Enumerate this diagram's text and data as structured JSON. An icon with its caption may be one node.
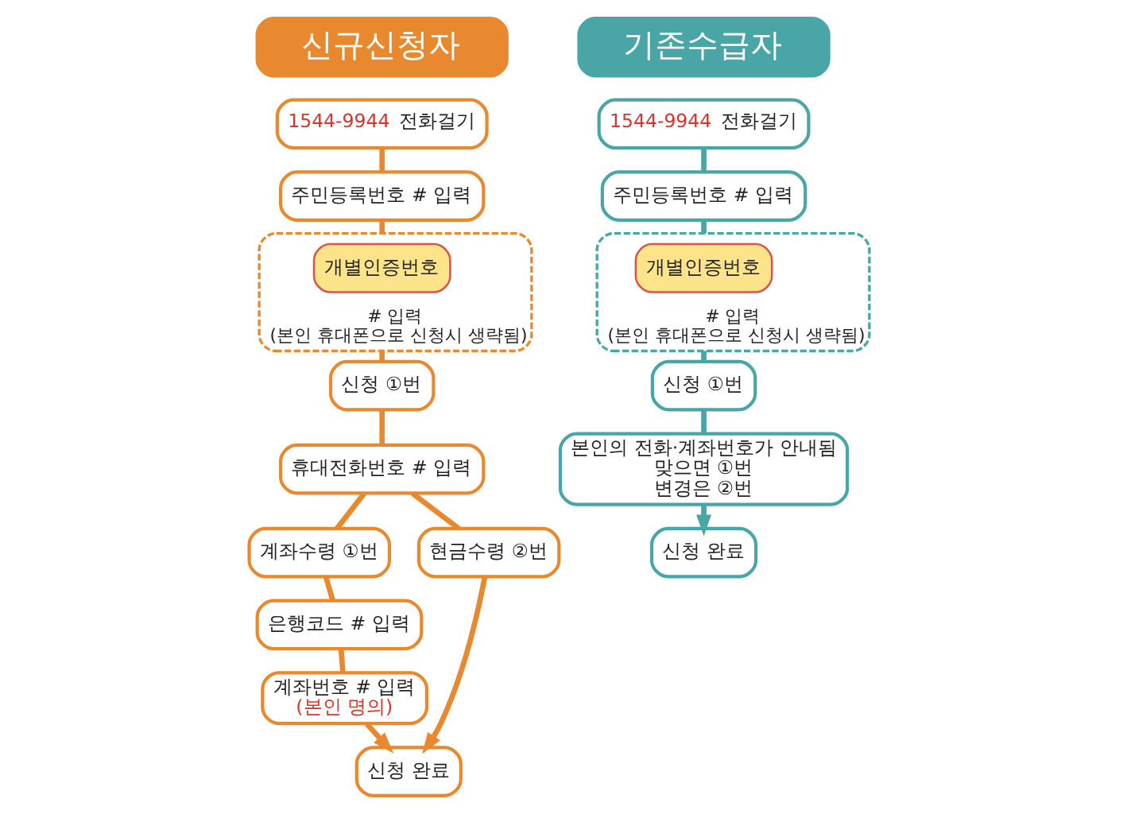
{
  "diagram": {
    "nodes": [
      {
        "text": [
          "신규신청자"
        ]
      },
      {
        "text": [
          "1544-9944",
          "전화걸기"
        ]
      },
      {
        "text": [
          "주민등록번호 # 입력"
        ]
      },
      {
        "text": [
          "# 입력",
          "(본인 휴대폰으로 신청시 생략됨)"
        ]
      },
      {
        "text": [
          "개별인증번호"
        ],
        "in": 3
      },
      {
        "text": [
          "신청 ①번"
        ]
      },
      {
        "text": [
          "휴대전화번호 # 입력"
        ]
      },
      {
        "text": [
          "계좌수령 ①번"
        ]
      },
      {
        "text": [
          "현금수령 ②번"
        ]
      },
      {
        "text": [
          "은행코드 # 입력"
        ]
      },
      {
        "text": [
          "계좌번호 # 입력",
          "(본인 명의)"
        ]
      },
      {
        "text": [
          "신청 완료"
        ]
      },
      {
        "text": [
          "기존수급자"
        ]
      },
      {
        "text": [
          "1544-9944",
          "전화걸기"
        ]
      },
      {
        "text": [
          "주민등록번호 # 입력"
        ]
      },
      {
        "text": [
          "# 입력",
          "(본인 휴대폰으로 신청시 생략됨)"
        ]
      },
      {
        "text": [
          "개별인증번호"
        ],
        "in": 15
      },
      {
        "text": [
          "신청 ①번"
        ]
      },
      {
        "text": [
          "본인의 전화·계좌번호가 안내됨",
          "맞으면 ①번",
          "변경은 ②번"
        ]
      },
      {
        "text": [
          "신청 완료"
        ]
      }
    ],
    "edges": [
      {
        "from": 1,
        "to": 2,
        "arrow": "none"
      },
      {
        "from": 2,
        "to": 3,
        "arrow": "none"
      },
      {
        "from": 3,
        "to": 5,
        "arrow": "none"
      },
      {
        "from": 5,
        "to": 6,
        "arrow": "none"
      },
      {
        "from": 6,
        "to": 7,
        "arrow": "none"
      },
      {
        "from": 6,
        "to": 8,
        "arrow": "none"
      },
      {
        "from": 7,
        "to": 9,
        "arrow": "none"
      },
      {
        "from": 9,
        "to": 10,
        "arrow": "none"
      },
      {
        "from": 10,
        "to": 11,
        "arrow": "to"
      },
      {
        "from": 8,
        "to": 11,
        "arrow": "to"
      },
      {
        "from": 13,
        "to": 14,
        "arrow": "none",
        "color": "#4aa6a6"
      },
      {
        "from": 14,
        "to": 15,
        "arrow": "none",
        "color": "#4aa6a6"
      },
      {
        "from": 15,
        "to": 17,
        "arrow": "none",
        "color": "#4aa6a6"
      },
      {
        "from": 17,
        "to": 18,
        "arrow": "none",
        "color": "#4aa6a6"
      },
      {
        "from": 18,
        "to": 19,
        "arrow": "to",
        "color": "#4aa6a6"
      }
    ]
  }
}
